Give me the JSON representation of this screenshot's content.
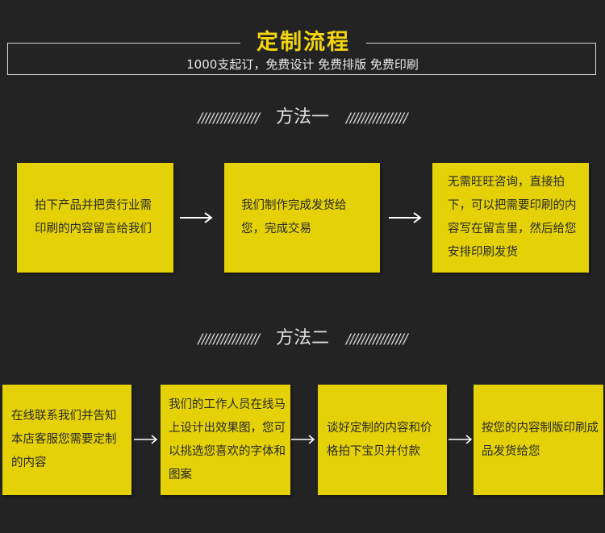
{
  "header": {
    "title": "定制流程",
    "subtitle": "1000支起订，免费设计 免费排版 免费印刷"
  },
  "method1": {
    "slashes_left": "////////////////",
    "title": "方法一",
    "slashes_right": "////////////////",
    "steps": [
      "拍下产品并把贵行业需印刷的内容留言给我们",
      "我们制作完成发货给您，完成交易",
      "无需旺旺咨询，直接拍下，可以把需要印刷的内容写在留言里，然后给您安排印刷发货"
    ]
  },
  "method2": {
    "slashes_left": "////////////////",
    "title": "方法二",
    "slashes_right": "////////////////",
    "steps": [
      "在线联系我们并告知本店客服您需要定制的内容",
      "我们的工作人员在线马上设计出效果图，您可以挑选您喜欢的字体和图案",
      "谈好定制的内容和价格拍下宝贝并付款",
      "按您的内容制版印刷成品发货给您"
    ]
  },
  "colors": {
    "background": "#232323",
    "accent": "#f2d40f",
    "box": "#e4d108"
  }
}
